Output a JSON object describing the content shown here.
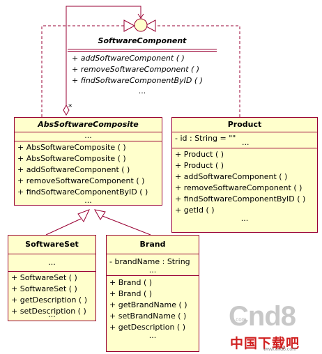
{
  "software_component": {
    "name": "SoftwareComponent",
    "operations": [
      "+ addSoftwareComponent ( )",
      "+ removeSoftwareComponent ( )",
      "+ findSoftwareComponentByID ( )"
    ],
    "ellipsis": "..."
  },
  "abs_composite": {
    "name": "AbsSoftwareComposite",
    "attributes_ellipsis": "...",
    "operations": [
      "+ AbsSoftwareComposite ( )",
      "+ AbsSoftwareComposite ( )",
      "+ addSoftwareComponent ( )",
      "+ removeSoftwareComponent ( )",
      "+ findSoftwareComponentByID ( )"
    ],
    "ellipsis": "..."
  },
  "product": {
    "name": "Product",
    "attribute": "- id : String = \"\"",
    "attributes_ellipsis": "...",
    "operations": [
      "+ Product ( )",
      "+ Product ( )",
      "+ addSoftwareComponent ( )",
      "+ removeSoftwareComponent ( )",
      "+ findSoftwareComponentByID ( )",
      "+ getId ( )"
    ],
    "ellipsis": "..."
  },
  "software_set": {
    "name": "SoftwareSet",
    "attributes_ellipsis": "...",
    "operations": [
      "+ SoftwareSet ( )",
      "+ SoftwareSet ( )",
      "+ getDescription ( )",
      "+ setDescription ( )"
    ],
    "ellipsis": "..."
  },
  "brand": {
    "name": "Brand",
    "attribute": "- brandName : String",
    "attributes_ellipsis": "...",
    "operations": [
      "+ Brand ( )",
      "+ Brand ( )",
      "+ getBrandName ( )",
      "+ setBrandName ( )",
      "+ getDescription ( )"
    ],
    "ellipsis": "..."
  },
  "aggregation_multiplicity": "*",
  "colors": {
    "class_fill": "#ffffcc",
    "line": "#990033",
    "interface_fill": "#ffffcc"
  },
  "watermark": {
    "brand": "Cnd8",
    "dotcom": ".com",
    "cn": "中国下载吧",
    "url": "www.cnd8.com"
  }
}
